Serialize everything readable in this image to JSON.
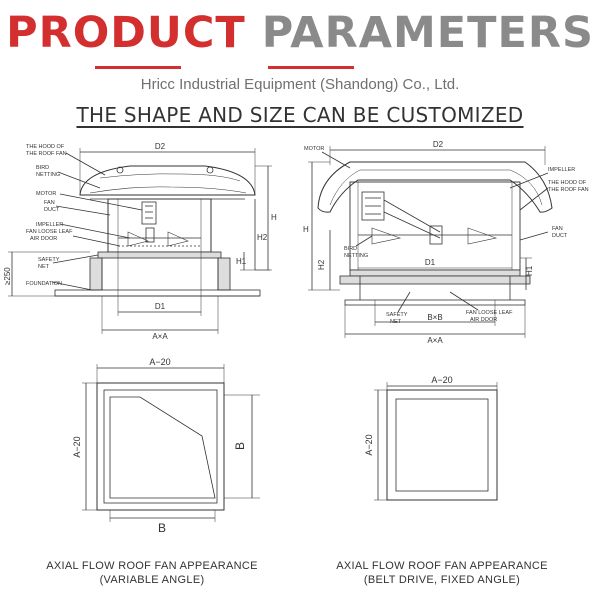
{
  "header": {
    "title_part1": "PRODUCT",
    "title_part2": "PARAMETERS",
    "company": "Hricc Industrial Equipment (Shandong) Co., Ltd.",
    "customize_note": "THE SHAPE AND SIZE CAN BE CUSTOMIZED",
    "accent_color": "#d32f2f",
    "secondary_color": "#8a8a8a"
  },
  "left_diagram": {
    "labels": {
      "hood": [
        "THE HOOD OF",
        "THE ROOF FAN"
      ],
      "bird_netting": [
        "BIRD",
        "NETTING"
      ],
      "motor": "MOTOR",
      "fan_duct": [
        "FAN",
        "DUCT"
      ],
      "impeller": "IMPELLER",
      "loose_leaf": [
        "FAN LOOSE LEAF",
        "AIR DOOR"
      ],
      "safety_net": [
        "SAFETY",
        "NET"
      ],
      "foundation": "FOUNDATION"
    },
    "dims": {
      "d2": "D2",
      "d1": "D1",
      "axa": "A×A",
      "h": "H",
      "h2": "H2",
      "h1": "H1",
      "base": "≥250"
    }
  },
  "right_diagram": {
    "labels": {
      "motor": "MOTOR",
      "impeller": "IMPELLER",
      "hood": [
        "THE HOOD OF",
        "THE ROOF FAN"
      ],
      "fan_duct": [
        "FAN",
        "DUCT"
      ],
      "bird_netting": [
        "BIRD",
        "NETTING"
      ],
      "safety_net": [
        "SAFETY",
        "NET"
      ],
      "loose_leaf": [
        "FAN LOOSE LEAF",
        "AIR DOOR"
      ]
    },
    "dims": {
      "d2": "D2",
      "d1": "D1",
      "h": "H",
      "h2": "H2",
      "h1": "H1",
      "bxb": "B×B",
      "axa": "A×A"
    }
  },
  "plan_left": {
    "top_dim": "A−20",
    "side_dim": "A−20",
    "b_right": "B",
    "b_bottom": "B"
  },
  "plan_right": {
    "top_dim": "A−20",
    "side_dim": "A−20"
  },
  "captions": {
    "left": [
      "AXIAL FLOW ROOF FAN APPEARANCE",
      "(VARIABLE ANGLE)"
    ],
    "right": [
      "AXIAL FLOW ROOF FAN APPEARANCE",
      "(BELT DRIVE, FIXED ANGLE)"
    ]
  }
}
